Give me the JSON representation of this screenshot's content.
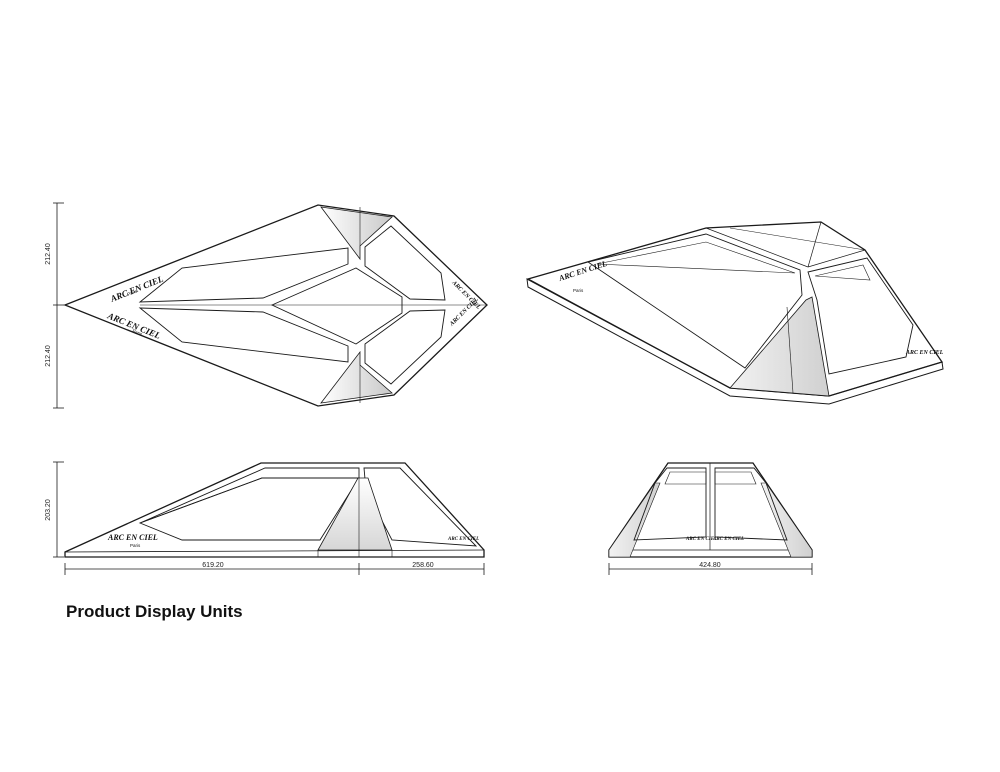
{
  "caption": "Product Display Units",
  "brand": {
    "name": "ARC EN CIEL",
    "sub": "Paris"
  },
  "dimensions": {
    "plan_half_width_top": "212.40",
    "plan_half_width_bottom": "212.40",
    "height": "203.20",
    "long_length": "619.20",
    "short_length": "258.60",
    "end_width": "424.80"
  }
}
